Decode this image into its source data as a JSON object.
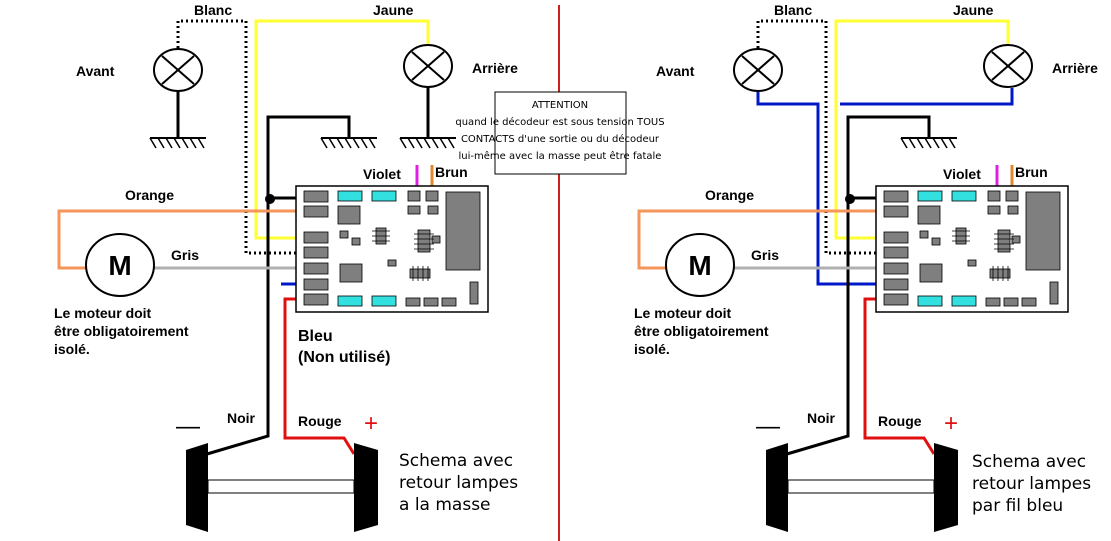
{
  "colors": {
    "background": "#ffffff",
    "yellow": "#ffff33",
    "black": "#000000",
    "orange": "#f4955a",
    "grey": "#b0b0b0",
    "blue": "#0018c8",
    "red": "#e01010",
    "violet": "#e020e0",
    "brown": "#e08a30",
    "pcb": "#ffffff",
    "pad": "#7f7f7f",
    "cyan": "#33e0e0",
    "divider": "#cc2020"
  },
  "warning": {
    "line1": "ATTENTION",
    "line2": "quand le décodeur est sous tension TOUS",
    "line3": "CONTACTS d'une sortie ou du décodeur",
    "line4": "lui-même avec la masse peut être fatale"
  },
  "left": {
    "lamp_front": "Avant",
    "lamp_rear": "Arrière",
    "wire_white": "Blanc",
    "wire_yellow": "Jaune",
    "wire_violet": "Violet",
    "wire_brown": "Brun",
    "wire_orange": "Orange",
    "wire_grey": "Gris",
    "motor_letter": "M",
    "motor_note_1": "Le moteur doit",
    "motor_note_2": "être obligatoirement",
    "motor_note_3": "isolé.",
    "blue_note_1": "Bleu",
    "blue_note_2": "(Non utilisé)",
    "wire_black": "Noir",
    "wire_red": "Rouge",
    "minus": "—",
    "plus": "+",
    "caption_1": "Schema avec",
    "caption_2": "retour lampes",
    "caption_3": "a la masse"
  },
  "right": {
    "lamp_front": "Avant",
    "lamp_rear": "Arrière",
    "wire_white": "Blanc",
    "wire_yellow": "Jaune",
    "wire_violet": "Violet",
    "wire_brown": "Brun",
    "wire_orange": "Orange",
    "wire_grey": "Gris",
    "motor_letter": "M",
    "motor_note_1": "Le moteur doit",
    "motor_note_2": "être obligatoirement",
    "motor_note_3": "isolé.",
    "wire_black": "Noir",
    "wire_red": "Rouge",
    "minus": "—",
    "plus": "+",
    "caption_1": "Schema avec",
    "caption_2": "retour lampes",
    "caption_3": "par fil bleu"
  }
}
